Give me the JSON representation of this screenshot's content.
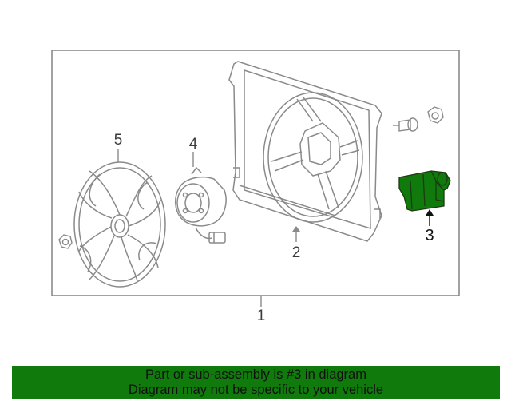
{
  "callouts": {
    "assembly": "1",
    "shroud": "2",
    "resistor": "3",
    "motor": "4",
    "fan": "5"
  },
  "banner": {
    "line1": "Part or sub-assembly is #3 in diagram",
    "line2": "Diagram may not be specific to your vehicle"
  },
  "colors": {
    "highlight": "#117a0c",
    "banner_bg": "#117a0c",
    "line": "#8a8a8a"
  }
}
